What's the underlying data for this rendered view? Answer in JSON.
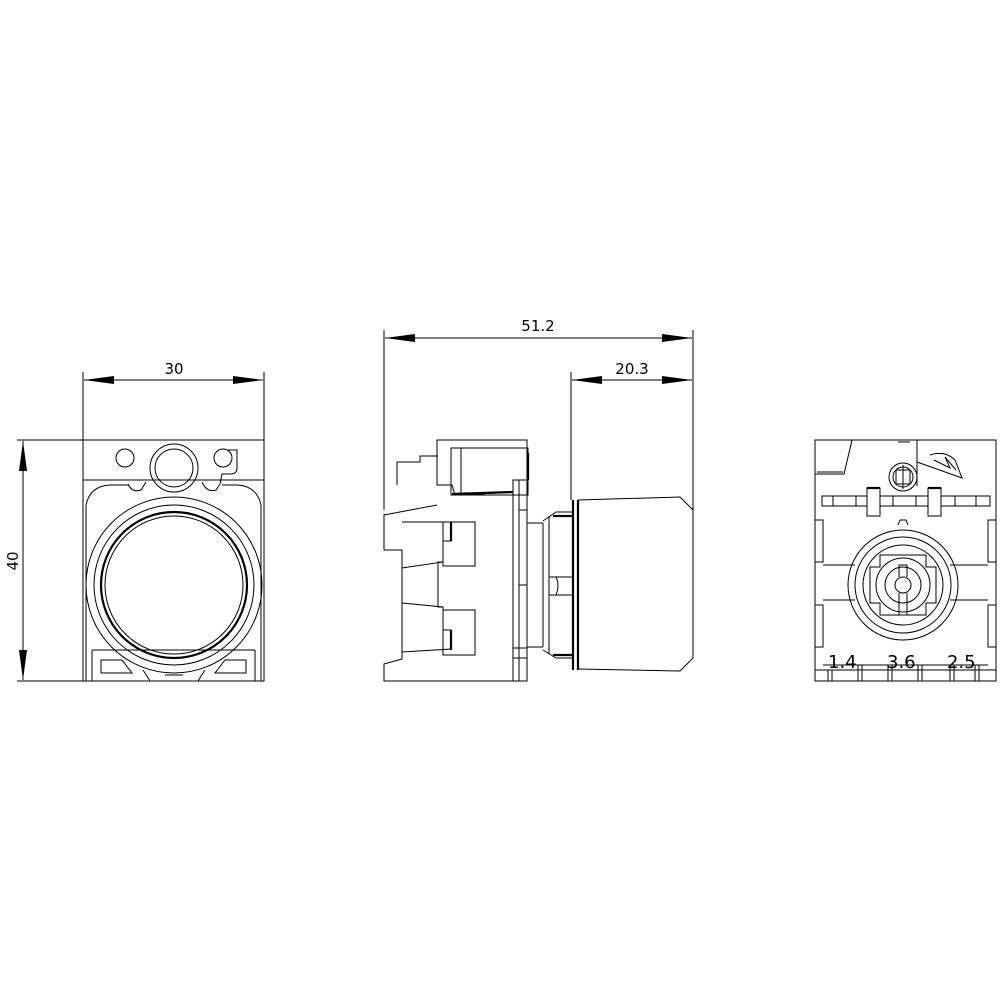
{
  "drawing": {
    "type": "technical-dimension-drawing",
    "subject": "pushbutton actuator with contact block",
    "line_color": "#000000",
    "background": "#ffffff"
  },
  "views": {
    "front": {
      "label": "front-view",
      "dimensions": {
        "width": "30",
        "height": "40"
      }
    },
    "side": {
      "label": "side-view",
      "dimensions": {
        "overall_length": "51.2",
        "button_length": "20.3"
      }
    },
    "rear": {
      "label": "rear-view",
      "terminals": [
        "1.4",
        "3.6",
        "2.5"
      ]
    }
  }
}
